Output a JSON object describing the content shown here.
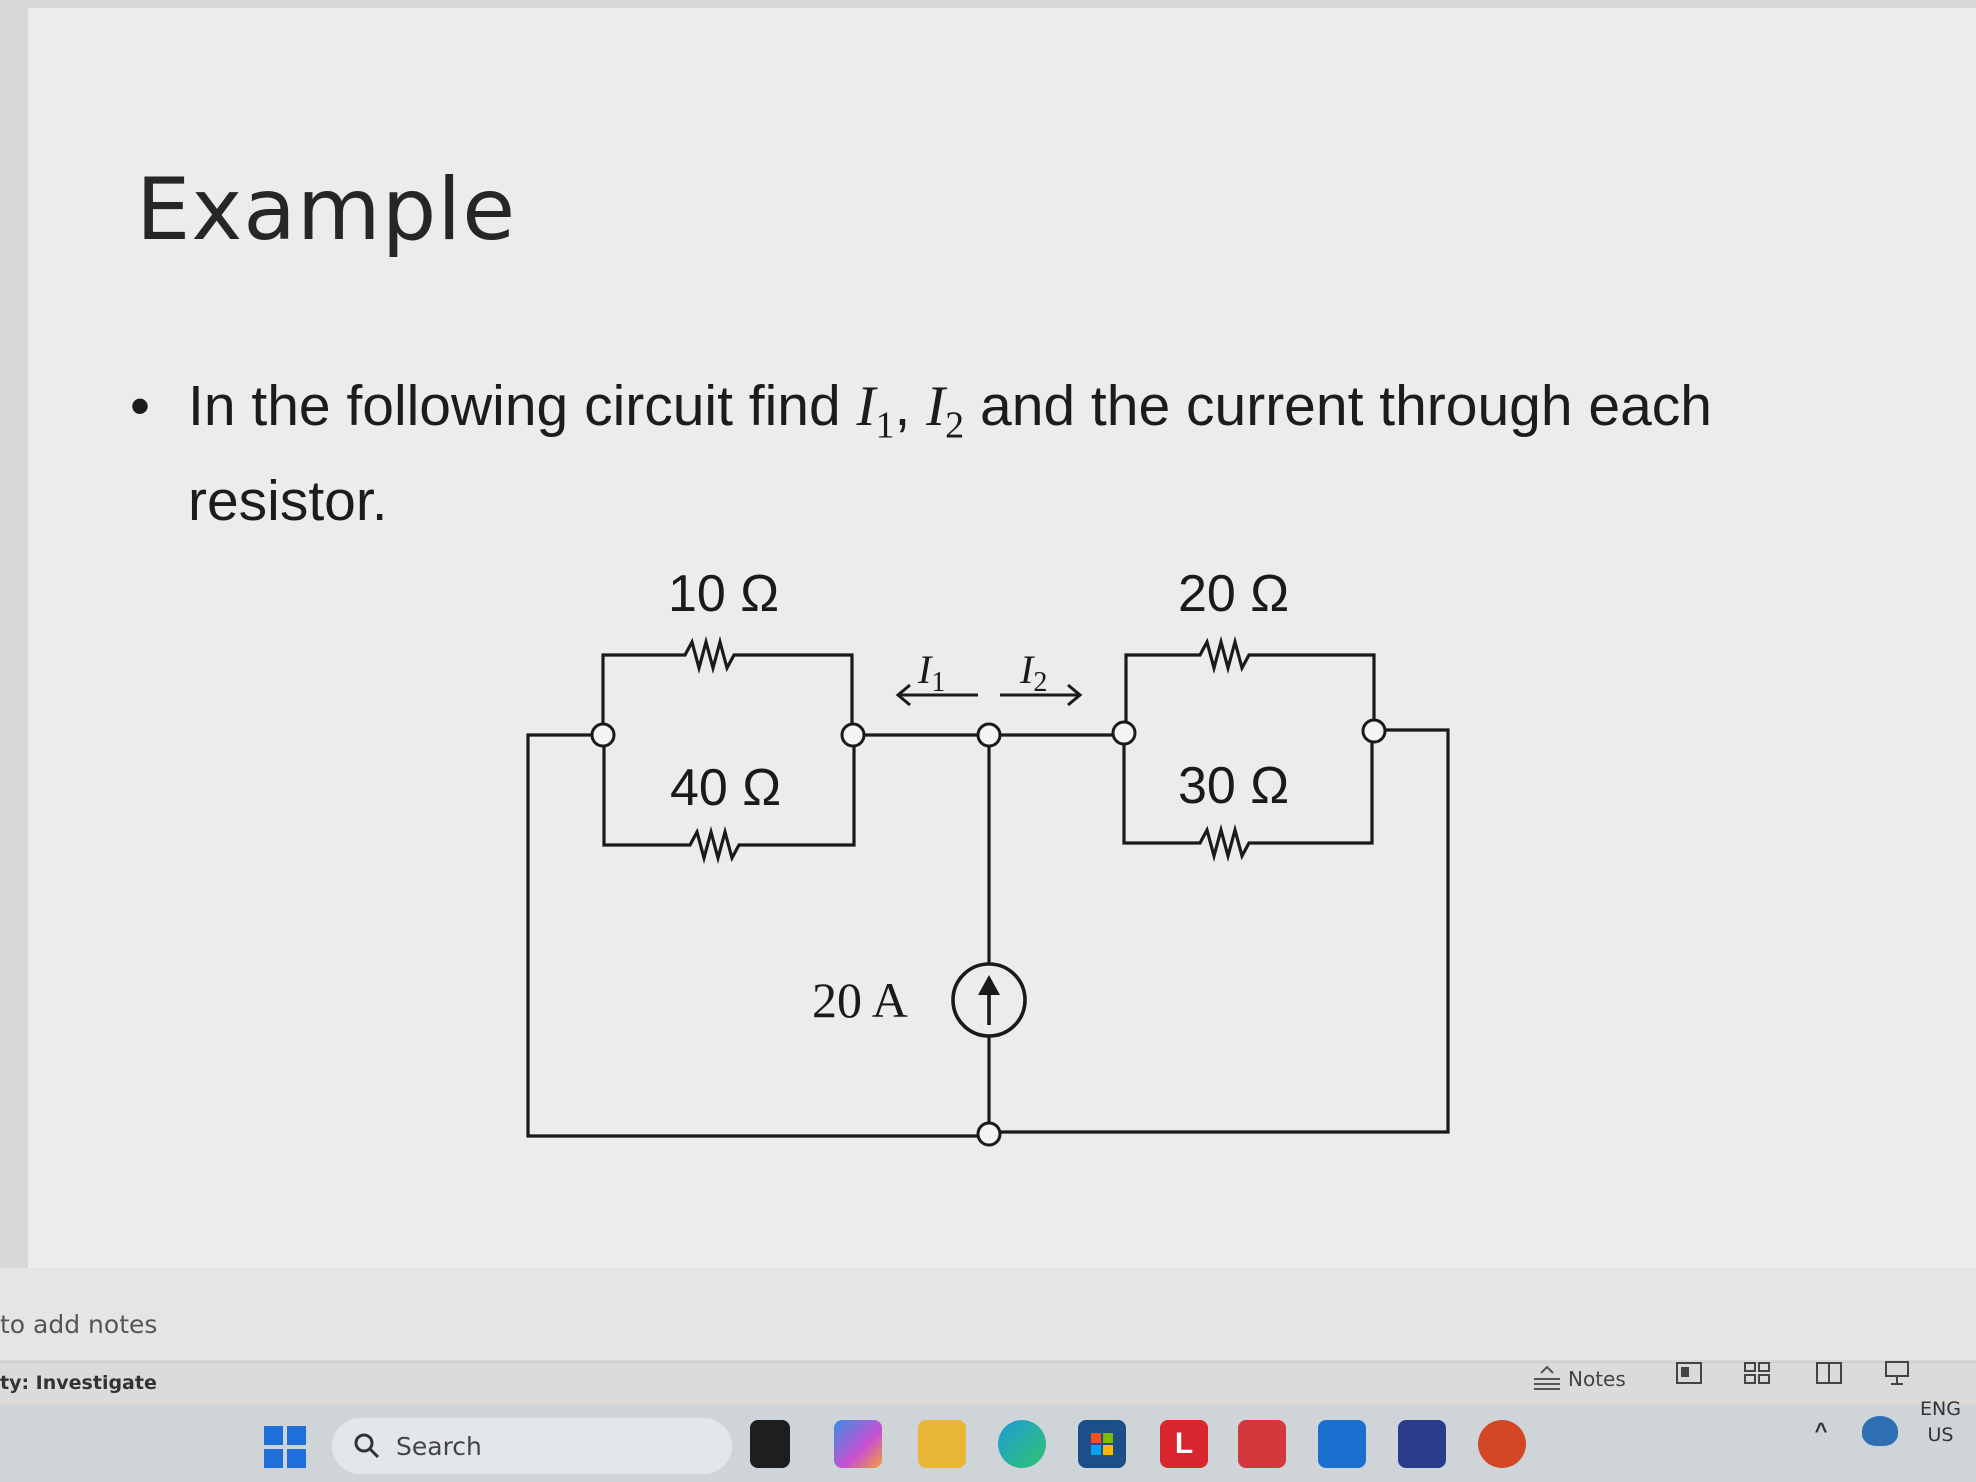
{
  "slide": {
    "title": "Example",
    "bullet_prefix": "In the following circuit find ",
    "i1": "I",
    "i1_sub": "1",
    "sep": ", ",
    "i2": "I",
    "i2_sub": "2",
    "bullet_suffix": " and the current through each resistor."
  },
  "circuit": {
    "r_top_left": "10 Ω",
    "r_bottom_left": "40 Ω",
    "r_top_right": "20 Ω",
    "r_bottom_right": "30 Ω",
    "source": "20 A",
    "i1_label": "I",
    "i1_sub": "1",
    "i2_label": "I",
    "i2_sub": "2"
  },
  "notes": {
    "placeholder": "to add notes"
  },
  "statusbar": {
    "accessibility": "ty: Investigate",
    "notes_label": "Notes"
  },
  "taskbar": {
    "search_label": "Search",
    "lang_top": "ENG",
    "lang_bottom": "US",
    "apps": [
      "start",
      "file-explorer-dark",
      "m365",
      "file-explorer",
      "edge",
      "store",
      "l-app",
      "ms-app",
      "outlook",
      "zoom-app",
      "powerpoint"
    ]
  },
  "colors": {
    "slide_bg": "#edeceb",
    "taskbar_bg": "#cfd4d9",
    "powerpoint_red": "#d24726"
  }
}
